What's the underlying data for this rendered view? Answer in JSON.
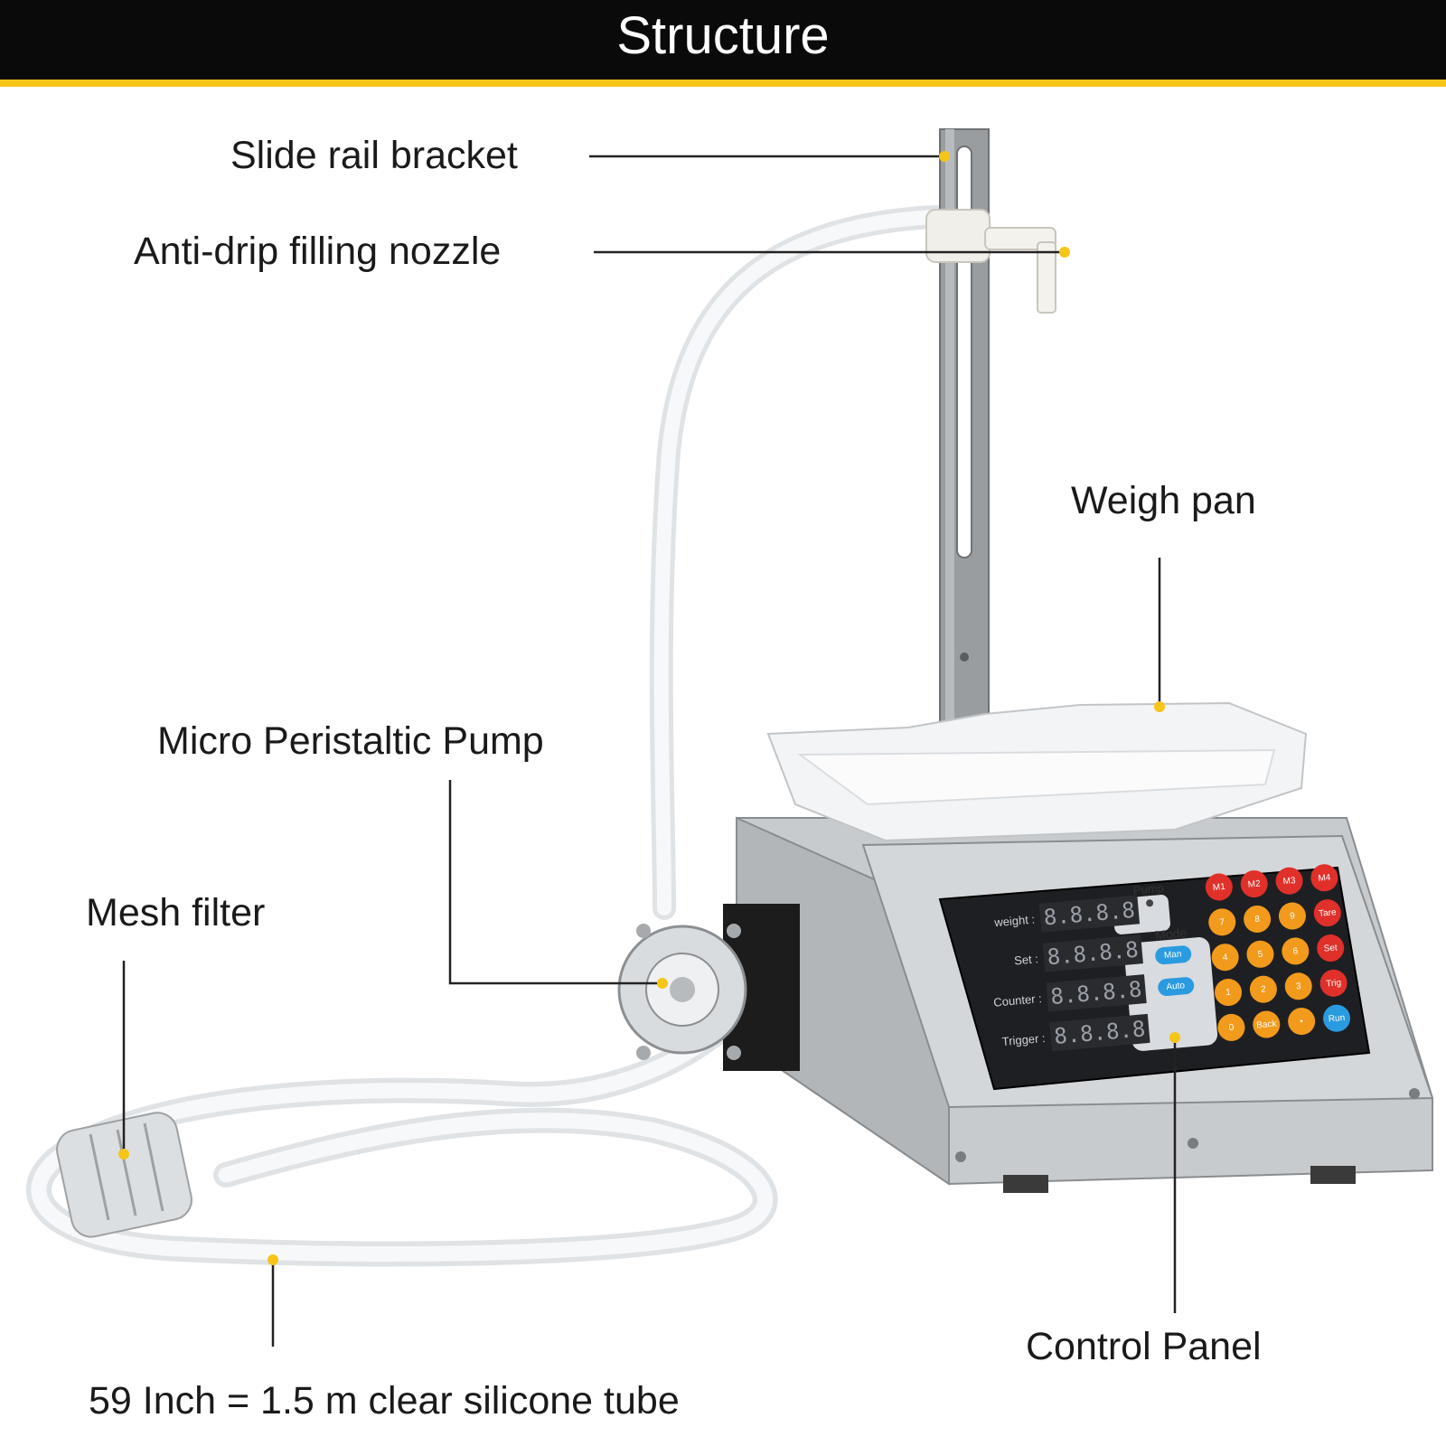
{
  "header": {
    "title": "Structure"
  },
  "labels": {
    "slide_rail_bracket": "Slide rail bracket",
    "anti_drip_nozzle": "Anti-drip filling nozzle",
    "weigh_pan": "Weigh pan",
    "micro_pump": "Micro Peristaltic Pump",
    "mesh_filter": "Mesh filter",
    "control_panel": "Control Panel",
    "silicone_tube": "59 Inch = 1.5 m clear silicone tube"
  },
  "panel": {
    "display_labels": [
      "weight :",
      "Set :",
      "Counter :",
      "Trigger :"
    ],
    "display_value": "8.8.8.8",
    "pump_label": "Pump",
    "mode_label": "Mode",
    "mode_options": [
      "Man",
      "Auto"
    ],
    "memory_keys": [
      "M1",
      "M2",
      "M3",
      "M4"
    ],
    "side_keys": [
      "Tare",
      "Set",
      "Trig",
      "Run"
    ],
    "number_keys": [
      "7",
      "8",
      "9",
      "4",
      "5",
      "6",
      "1",
      "2",
      "3",
      "0",
      "Back",
      "•"
    ]
  },
  "colors": {
    "header_bg": "#0a0a0a",
    "header_stripe": "#f5c518",
    "marker": "#f5c518",
    "leader_line": "#222222",
    "memory_key": "#e0302a",
    "number_key": "#f29a1c",
    "run_key": "#2a9be0"
  }
}
